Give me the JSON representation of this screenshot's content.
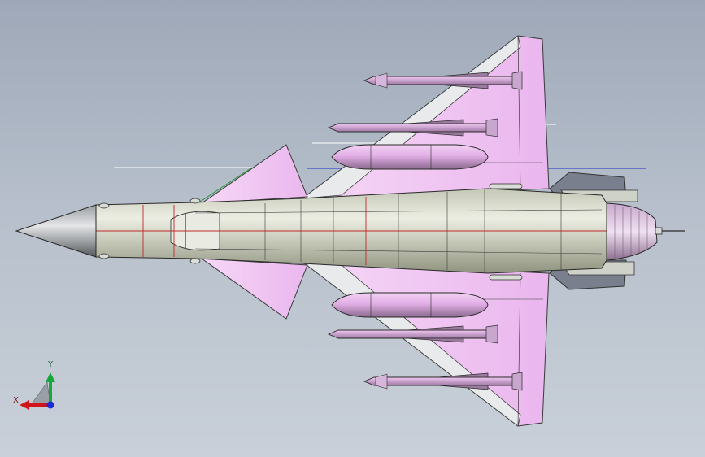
{
  "viewport": {
    "background_top": "#9ea8b8",
    "background_bottom": "#c9d0d9"
  },
  "model": {
    "description_icon": "aircraft-3d-model",
    "colors": {
      "fuselage": "#cfd3c4",
      "wing": "#f0c6f0",
      "wing_edge": "#e8e8ea",
      "nose_cone": "#8c8f92",
      "store": "#e6b6e8",
      "edge_line": "#2a2a2a",
      "section_line": "#c0282a",
      "construction_line_blue": "#1b2fc4",
      "construction_line_white": "#ffffff",
      "construction_line_green": "#2c9a3c"
    }
  },
  "triad": {
    "x_label": "X",
    "y_label": "Y",
    "x_color": "#d0141a",
    "y_color": "#16a83a",
    "z_color": "#1a2bd6"
  }
}
